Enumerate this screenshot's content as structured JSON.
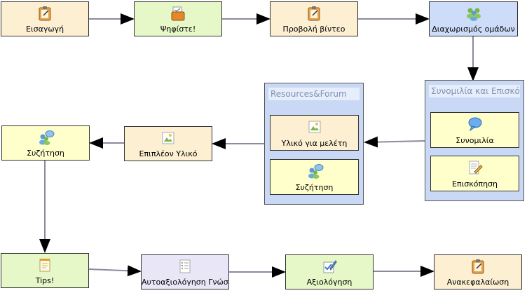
{
  "nodes": {
    "eisagogi": "Εισαγωγή",
    "psifiste": "Ψηφίστε!",
    "provoli": "Προβολή βίντεο",
    "diaxorismos": "Διαχωρισμός ομάδων",
    "syzitisi_left": "Συζήτηση",
    "epipleon": "Επιπλέον Υλικό",
    "yliko": "Υλικό για μελέτη",
    "syzitisi_forum": "Συζήτηση",
    "synomilia": "Συνομιλία",
    "episkopisi": "Επισκόπηση",
    "tips": "Tips!",
    "autoaxiologisi": "Αυτοαξιολόγηση Γνώσε",
    "axiologisi": "Αξιολόγηση",
    "anakefalaiosi": "Ανακεφαλαίωση"
  },
  "groups": {
    "resources": "Resources&Forum",
    "synomilia_episko": "Συνομιλία και Επισκό"
  },
  "icons": {
    "eisagogi": "notepad-icon",
    "psifiste": "ballot-icon",
    "provoli": "notepad-icon",
    "diaxorismos": "group-icon",
    "syzitisi_left": "discussion-icon",
    "epipleon": "image-icon",
    "yliko": "image-icon",
    "syzitisi_forum": "discussion-icon",
    "synomilia": "chat-bubble-icon",
    "episkopisi": "document-pen-icon",
    "tips": "note-pad-icon",
    "autoaxiologisi": "checklist-icon",
    "axiologisi": "check-pen-icon",
    "anakefalaiosi": "notepad-icon"
  },
  "colors": {
    "edge": "#8a8aa0",
    "arrow": "#000000",
    "tan": "#fcefd2",
    "green": "#e6f7c8",
    "blue": "#cddcf8",
    "yellow": "#ffffcc",
    "lavender": "#e8e6f7"
  }
}
